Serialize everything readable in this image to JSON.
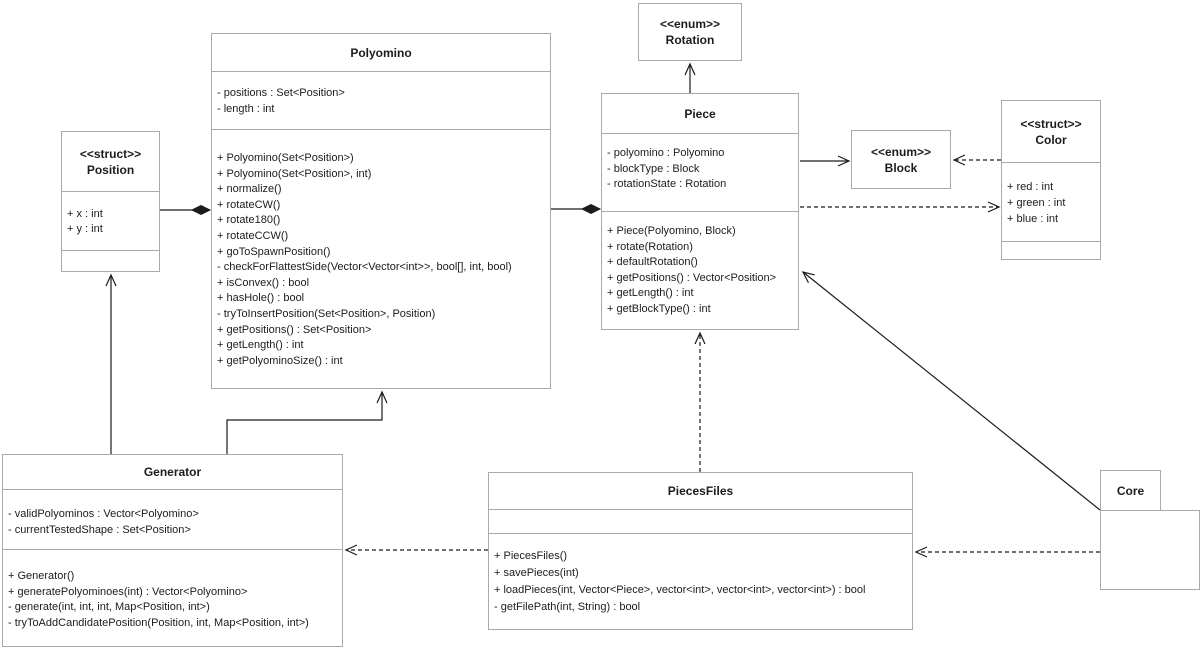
{
  "diagram": {
    "kind": "uml-class-diagram",
    "background_color": "#ffffff",
    "box_border_color": "#a9a9a9",
    "text_color": "#1c1c1c",
    "edge_color": "#1c1c1c"
  },
  "classes": {
    "polyomino": {
      "name": "Polyomino",
      "attributes": [
        "- positions : Set<Position>",
        "- length : int"
      ],
      "methods": [
        "+ Polyomino(Set<Position>)",
        "+ Polyomino(Set<Position>, int)",
        "+ normalize()",
        "+ rotateCW()",
        "+ rotate180()",
        "+ rotateCCW()",
        "+ goToSpawnPosition()",
        "- checkForFlattestSide(Vector<Vector<int>>, bool[], int, bool)",
        "+ isConvex() : bool",
        "+ hasHole() : bool",
        "- tryToInsertPosition(Set<Position>, Position)",
        "+ getPositions() : Set<Position>",
        "+ getLength() : int",
        "+ getPolyominoSize() : int"
      ]
    },
    "rotation": {
      "stereotype": "<<enum>>",
      "name": "Rotation"
    },
    "piece": {
      "name": "Piece",
      "attributes": [
        "- polyomino : Polyomino",
        "- blockType : Block",
        "- rotationState : Rotation"
      ],
      "methods": [
        "+ Piece(Polyomino, Block)",
        "+ rotate(Rotation)",
        "+ defaultRotation()",
        "+ getPositions() : Vector<Position>",
        "+ getLength() : int",
        "+ getBlockType() : int"
      ]
    },
    "block": {
      "stereotype": "<<enum>>",
      "name": "Block"
    },
    "color": {
      "stereotype": "<<struct>>",
      "name": "Color",
      "attributes": [
        "+ red : int",
        "+ green : int",
        "+ blue : int"
      ],
      "methods": []
    },
    "position": {
      "stereotype": "<<struct>>",
      "name": "Position",
      "attributes": [
        "+ x : int",
        "+ y : int"
      ],
      "methods": []
    },
    "generator": {
      "name": "Generator",
      "attributes": [
        "- validPolyominos : Vector<Polyomino>",
        "- currentTestedShape : Set<Position>"
      ],
      "methods": [
        "+ Generator()",
        "+ generatePolyominoes(int) : Vector<Polyomino>",
        "- generate(int, int, int, Map<Position, int>)",
        "- tryToAddCandidatePosition(Position, int, Map<Position, int>)"
      ]
    },
    "piecesfiles": {
      "name": "PiecesFiles",
      "attributes": [],
      "methods": [
        "+ PiecesFiles()",
        "+ savePieces(int)",
        "+ loadPieces(int, Vector<Piece>, vector<int>, vector<int>, vector<int>) : bool",
        "- getFilePath(int, String) : bool"
      ]
    },
    "core": {
      "name": "Core"
    }
  },
  "relationships": [
    {
      "from": "Piece",
      "to": "Rotation",
      "type": "directed-association",
      "line": "solid",
      "arrow": "open"
    },
    {
      "from": "Piece",
      "to": "Polyomino",
      "type": "composition",
      "line": "solid",
      "arrow": "filled-diamond-at-piece"
    },
    {
      "from": "Polyomino",
      "to": "Position",
      "type": "composition",
      "line": "solid",
      "arrow": "filled-diamond-at-polyomino"
    },
    {
      "from": "Piece",
      "to": "Block",
      "type": "directed-association",
      "line": "solid",
      "arrow": "open"
    },
    {
      "from": "Color",
      "to": "Block",
      "type": "dependency",
      "line": "dashed",
      "arrow": "open"
    },
    {
      "from": "Piece",
      "to": "Color",
      "type": "dependency",
      "line": "dashed",
      "arrow": "open"
    },
    {
      "from": "Generator",
      "to": "Position",
      "type": "directed-association",
      "line": "solid",
      "arrow": "open"
    },
    {
      "from": "Generator",
      "to": "Polyomino",
      "type": "directed-association",
      "line": "solid",
      "arrow": "open"
    },
    {
      "from": "PiecesFiles",
      "to": "Piece",
      "type": "dependency",
      "line": "dashed",
      "arrow": "open"
    },
    {
      "from": "PiecesFiles",
      "to": "Generator",
      "type": "dependency",
      "line": "dashed",
      "arrow": "open"
    },
    {
      "from": "Core",
      "to": "PiecesFiles",
      "type": "dependency",
      "line": "dashed",
      "arrow": "open"
    },
    {
      "from": "Core",
      "to": "Piece",
      "type": "directed-association",
      "line": "solid",
      "arrow": "open"
    }
  ]
}
